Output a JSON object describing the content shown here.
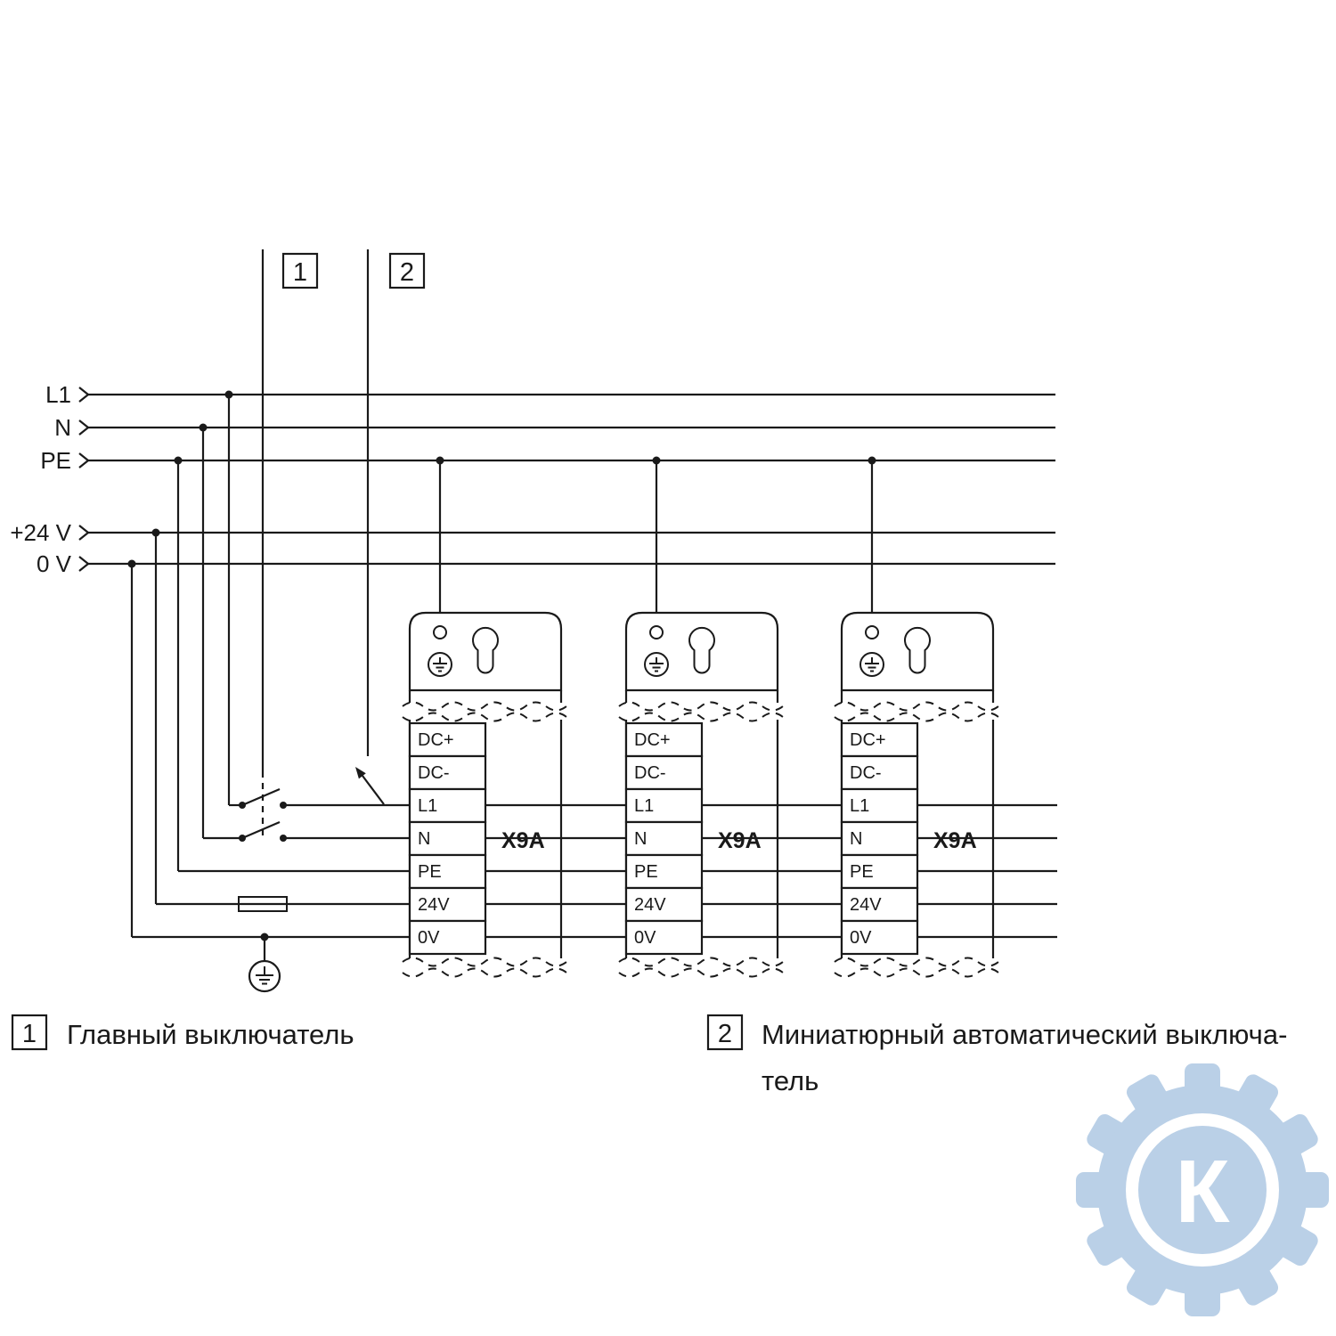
{
  "colors": {
    "line": "#1a1a1a",
    "watermark": "#b7cee6"
  },
  "buses": {
    "labels": [
      "L1",
      "N",
      "PE",
      "+24 V",
      "0 V"
    ]
  },
  "callouts": {
    "main_switch": "1",
    "breaker": "2"
  },
  "device": {
    "terminals": [
      "DC+",
      "DC-",
      "L1",
      "N",
      "PE",
      "24V",
      "0V"
    ],
    "connector": "X9A"
  },
  "legend": {
    "item1_num": "1",
    "item1_text": "Главный выключатель",
    "item2_num": "2",
    "item2_line1": "Миниатюрный автоматический выключа-",
    "item2_line2": "тель"
  },
  "watermark": {
    "letter": "К"
  }
}
